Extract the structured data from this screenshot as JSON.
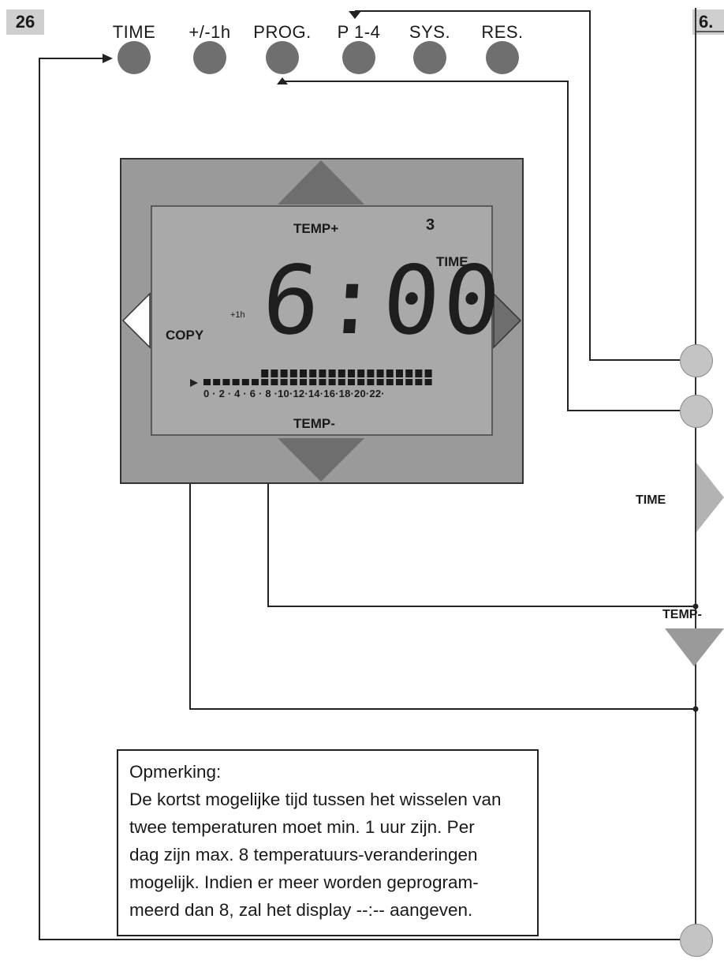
{
  "page": {
    "left_number": "26",
    "right_number": "6."
  },
  "buttons": [
    {
      "label": "TIME"
    },
    {
      "label": "+/-1h"
    },
    {
      "label": "PROG."
    },
    {
      "label": "P 1-4"
    },
    {
      "label": "SYS."
    },
    {
      "label": "RES."
    }
  ],
  "display": {
    "temp_plus": "TEMP+",
    "temp_minus": "TEMP-",
    "time": "TIME",
    "copy": "COPY",
    "plus_one_hour": "+1h",
    "day_indicator": "3",
    "clock": "6:00",
    "hour_scale": "0 · 2 · 4 · 6 · 8 ·10·12·14·16·18·20·22·",
    "bar_total": 24,
    "bar_active_from": 6
  },
  "side_labels": {
    "time": "TIME",
    "temp_minus": "TEMP-"
  },
  "note": {
    "lines": [
      "Opmerking:",
      "De kortst mogelijke tijd tussen het wisselen van",
      "twee temperaturen moet min. 1 uur zijn. Per",
      "dag zijn max. 8 temperatuurs-veranderingen",
      "mogelijk. Indien er meer worden geprogram-",
      "meerd dan 8, zal het display --:-- aangeven."
    ]
  },
  "colors": {
    "lcd_outer": "#9a9a9a",
    "lcd_inner": "#a9a9a9",
    "arrow_dark": "#6e6e6e",
    "button_dark": "#6f6f6f",
    "button_light": "#c4c4c4"
  }
}
